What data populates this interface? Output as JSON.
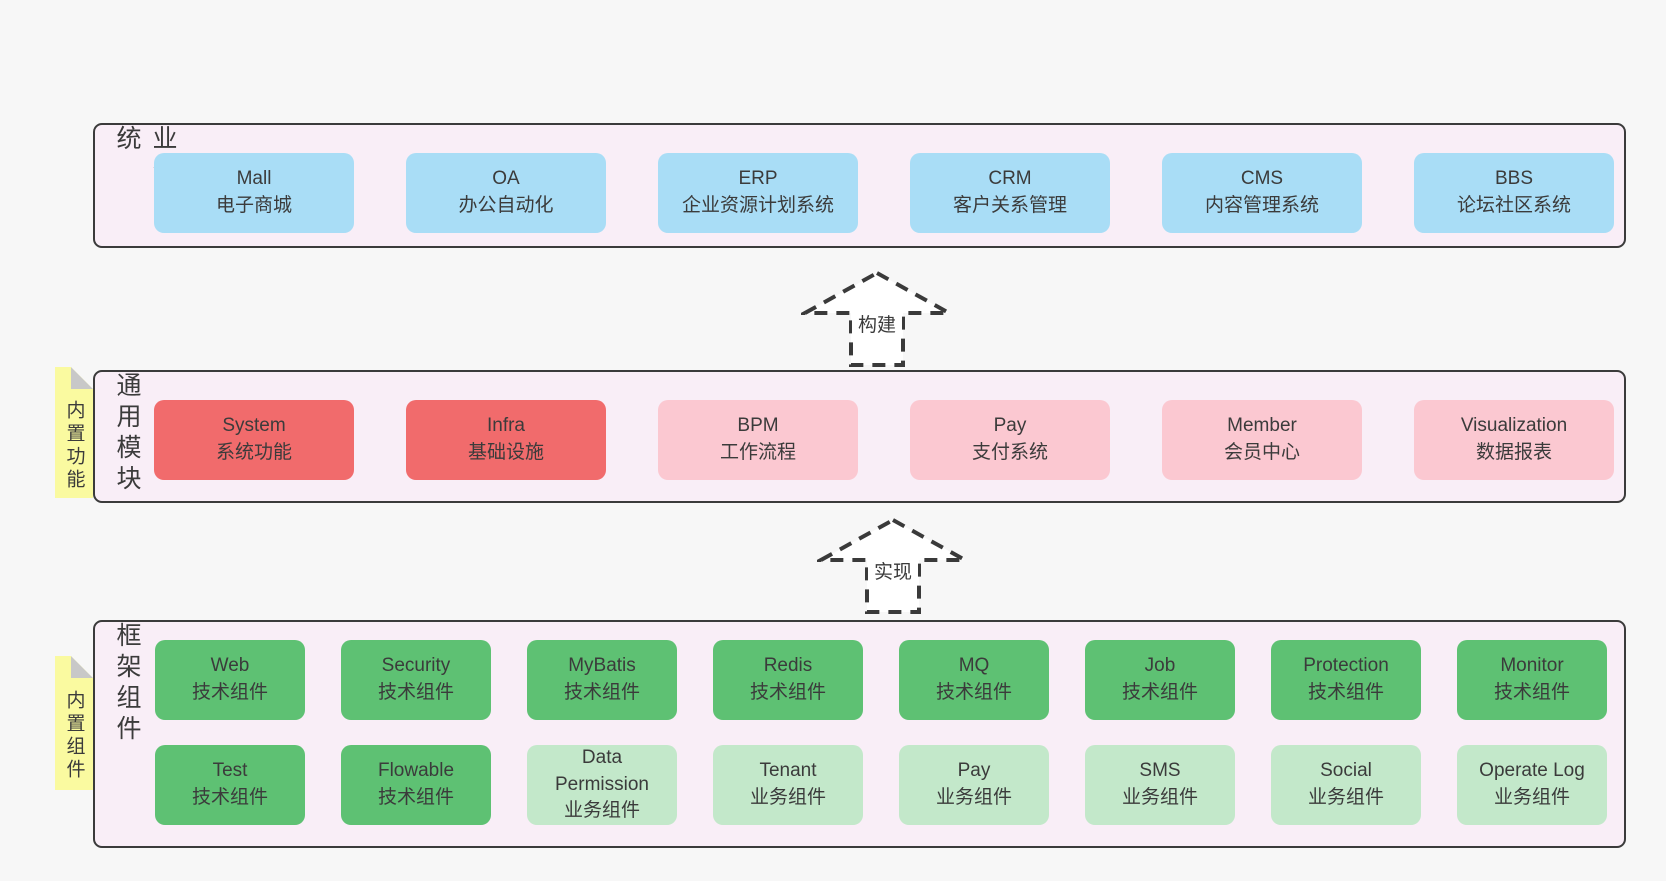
{
  "colors": {
    "page_bg": "#f7f7f7",
    "panel_bg": "#f9eef7",
    "panel_border": "#3b3b3b",
    "blue": "#a9ddf6",
    "red": "#f16b6c",
    "pink": "#fbc8d1",
    "green_dark": "#5ec173",
    "green_light": "#c3e8ca",
    "yellow_tab": "#fafaa0",
    "fold_gray": "#c8c8c8",
    "text": "#3b3b3b"
  },
  "arrows": {
    "build": "构建",
    "implement": "实现"
  },
  "panels": {
    "business": {
      "label": "业务系统",
      "items": [
        {
          "en": "Mall",
          "cn": "电子商城",
          "variant": "blue"
        },
        {
          "en": "OA",
          "cn": "办公自动化",
          "variant": "blue"
        },
        {
          "en": "ERP",
          "cn": "企业资源计划系统",
          "variant": "blue"
        },
        {
          "en": "CRM",
          "cn": "客户关系管理",
          "variant": "blue"
        },
        {
          "en": "CMS",
          "cn": "内容管理系统",
          "variant": "blue"
        },
        {
          "en": "BBS",
          "cn": "论坛社区系统",
          "variant": "blue"
        }
      ]
    },
    "modules": {
      "label": "通用模块",
      "tag": "内置功能",
      "items": [
        {
          "en": "System",
          "cn": "系统功能",
          "variant": "red"
        },
        {
          "en": "Infra",
          "cn": "基础设施",
          "variant": "red"
        },
        {
          "en": "BPM",
          "cn": "工作流程",
          "variant": "pink"
        },
        {
          "en": "Pay",
          "cn": "支付系统",
          "variant": "pink"
        },
        {
          "en": "Member",
          "cn": "会员中心",
          "variant": "pink"
        },
        {
          "en": "Visualization",
          "cn": "数据报表",
          "variant": "pink"
        }
      ]
    },
    "components": {
      "label": "框架组件",
      "tag": "内置组件",
      "row1": [
        {
          "en": "Web",
          "cn": "技术组件",
          "variant": "green_dark"
        },
        {
          "en": "Security",
          "cn": "技术组件",
          "variant": "green_dark"
        },
        {
          "en": "MyBatis",
          "cn": "技术组件",
          "variant": "green_dark"
        },
        {
          "en": "Redis",
          "cn": "技术组件",
          "variant": "green_dark"
        },
        {
          "en": "MQ",
          "cn": "技术组件",
          "variant": "green_dark"
        },
        {
          "en": "Job",
          "cn": "技术组件",
          "variant": "green_dark"
        },
        {
          "en": "Protection",
          "cn": "技术组件",
          "variant": "green_dark"
        },
        {
          "en": "Monitor",
          "cn": "技术组件",
          "variant": "green_dark"
        }
      ],
      "row2": [
        {
          "en": "Test",
          "cn": "技术组件",
          "variant": "green_dark"
        },
        {
          "en": "Flowable",
          "cn": "技术组件",
          "variant": "green_dark"
        },
        {
          "en": "Data Permission",
          "cn": "业务组件",
          "variant": "green_light"
        },
        {
          "en": "Tenant",
          "cn": "业务组件",
          "variant": "green_light"
        },
        {
          "en": "Pay",
          "cn": "业务组件",
          "variant": "green_light"
        },
        {
          "en": "SMS",
          "cn": "业务组件",
          "variant": "green_light"
        },
        {
          "en": "Social",
          "cn": "业务组件",
          "variant": "green_light"
        },
        {
          "en": "Operate Log",
          "cn": "业务组件",
          "variant": "green_light"
        }
      ]
    }
  }
}
